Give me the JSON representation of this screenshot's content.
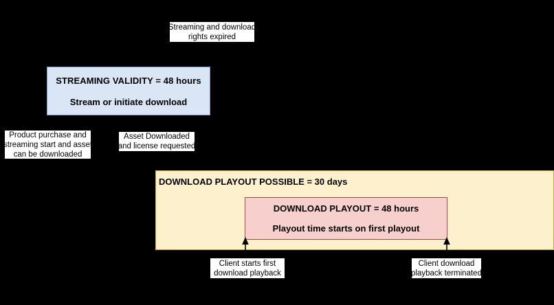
{
  "diagram": {
    "title": "Streaming and download rights timeline",
    "colors": {
      "background": "#000000",
      "streaming_band_fill": "#dae5f5",
      "streaming_band_border": "#7596c8",
      "download_possible_fill": "#fdf0cd",
      "download_possible_border": "#c8a838",
      "download_playout_fill": "#f7d0cd",
      "download_playout_border": "#9e4b3f",
      "label_fill": "#ffffff",
      "label_border": "#000000",
      "text": "#000000"
    },
    "bands": {
      "streaming_validity": {
        "heading": "STREAMING VALIDITY = 48 hours",
        "subtext": "Stream or initiate download"
      },
      "download_playout_possible": {
        "heading": "DOWNLOAD PLAYOUT POSSIBLE = 30 days"
      },
      "download_playout": {
        "heading": "DOWNLOAD PLAYOUT = 48 hours",
        "subtext": "Playout time starts on first playout"
      }
    },
    "labels": {
      "rights_expired": {
        "line1": "Streaming and download",
        "line2": "rights expired"
      },
      "product_purchase": {
        "line1": "Product purchase and",
        "line2": "streaming start and asset",
        "line3": "can be downloaded"
      },
      "asset_downloaded": {
        "line1": "Asset Downloaded",
        "line2": "and license requested"
      },
      "client_starts_playback": {
        "line1": "Client starts first",
        "line2": "download playback"
      },
      "client_playback_terminated": {
        "line1": "Client download",
        "line2": "playback terminated"
      }
    },
    "annotations": {
      "arrow_first_playout": "arrow-up-icon",
      "arrow_playback_terminated": "arrow-up-icon"
    }
  }
}
